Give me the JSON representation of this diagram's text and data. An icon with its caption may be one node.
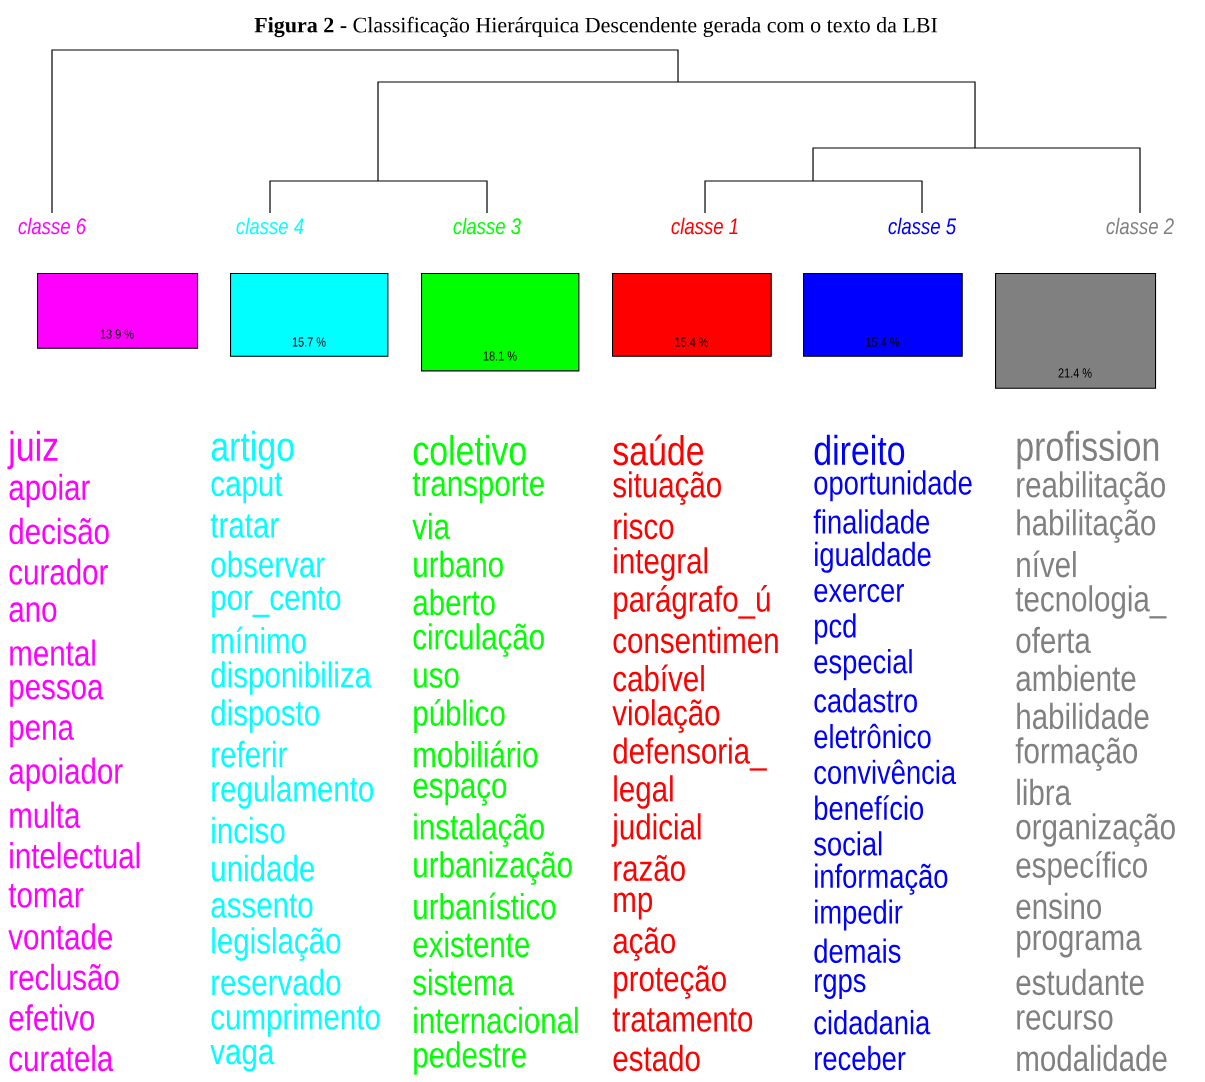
{
  "diagram": {
    "title": "**Figura 2 -** Classificação Hierárquica Descendente gerada com o texto da LBI",
    "nodes": [
      {
        "text": [
          "13.9 %"
        ],
        "beside": [
          "classe 6",
          "juiz",
          "apoiar",
          "decisão",
          "curador",
          "ano",
          "mental",
          "pessoa",
          "pena",
          "apoiador",
          "multa",
          "intelectual",
          "tomar",
          "vontade",
          "reclusão",
          "efetivo",
          "curatela"
        ]
      },
      {
        "text": [
          "15.7 %"
        ],
        "beside": [
          "classe 4",
          "artigo",
          "caput",
          "tratar",
          "observar",
          "por_cento",
          "mínimo",
          "disponibiliza",
          "disposto",
          "referir",
          "regulamento",
          "inciso",
          "unidade",
          "assento",
          "legislação",
          "reservado",
          "cumprimento",
          "vaga"
        ]
      },
      {
        "text": [
          "18.1 %"
        ],
        "beside": [
          "classe 3",
          "coletivo",
          "transporte",
          "via",
          "urbano",
          "aberto",
          "circulação",
          "uso",
          "público",
          "mobiliário",
          "espaço",
          "instalação",
          "urbanização",
          "urbanístico",
          "existente",
          "sistema",
          "internacional",
          "pedestre"
        ]
      },
      {
        "text": [
          "15.4 %"
        ],
        "beside": [
          "classe 1",
          "saúde",
          "situação",
          "risco",
          "integral",
          "parágrafo_ú",
          "consentimen",
          "cabível",
          "violação",
          "defensoria_",
          "legal",
          "judicial",
          "razão",
          "mp",
          "ação",
          "proteção",
          "tratamento",
          "estado"
        ]
      },
      {
        "text": [
          "15.4 %"
        ],
        "beside": [
          "classe 5",
          "direito",
          "oportunidade",
          "finalidade",
          "igualdade",
          "exercer",
          "pcd",
          "especial",
          "cadastro",
          "eletrônico",
          "convivência",
          "benefício",
          "social",
          "informação",
          "impedir",
          "demais",
          "rgps",
          "cidadania",
          "receber"
        ]
      },
      {
        "text": [
          "21.4 %"
        ],
        "beside": [
          "classe 2",
          "profission",
          "reabilitação",
          "habilitação",
          "nível",
          "tecnologia_",
          "oferta",
          "ambiente",
          "habilidade",
          "formação",
          "libra",
          "organização",
          "específico",
          "ensino",
          "programa",
          "estudante",
          "recurso",
          "modalidade"
        ]
      }
    ]
  }
}
